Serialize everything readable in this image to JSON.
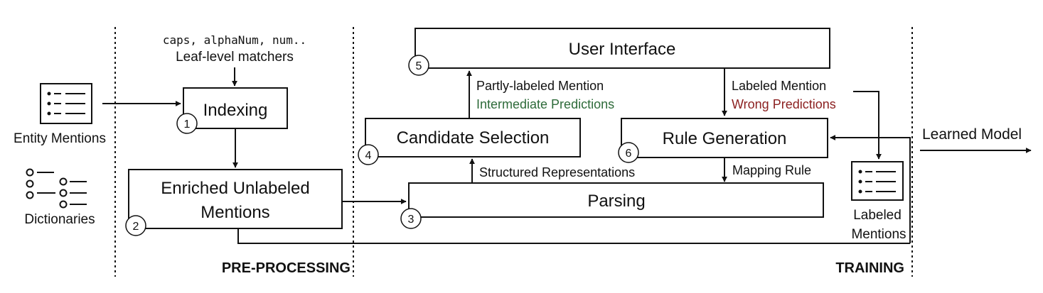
{
  "colors": {
    "line": "#111111",
    "green": "#2e6b3a",
    "red": "#8b1f1f",
    "white": "#ffffff"
  },
  "sections": {
    "preprocessing": "PRE-PROCESSING",
    "training": "TRAINING"
  },
  "inputs": {
    "entity_mentions": "Entity Mentions",
    "dictionaries": "Dictionaries",
    "matchers_code": "caps, alphaNum, num..",
    "matchers_label": "Leaf-level matchers"
  },
  "boxes": {
    "indexing": {
      "label": "Indexing",
      "step": "1"
    },
    "enriched": {
      "line1": "Enriched Unlabeled",
      "line2": "Mentions",
      "step": "2"
    },
    "parsing": {
      "label": "Parsing",
      "step": "3"
    },
    "candidate": {
      "label": "Candidate Selection",
      "step": "4"
    },
    "ui": {
      "label": "User Interface",
      "step": "5"
    },
    "rulegen": {
      "label": "Rule Generation",
      "step": "6"
    }
  },
  "edges": {
    "partly_labeled": "Partly-labeled Mention",
    "intermediate": "Intermediate Predictions",
    "labeled_mention": "Labeled Mention",
    "wrong": "Wrong Predictions",
    "structured": "Structured Representations",
    "mapping": "Mapping Rule"
  },
  "outputs": {
    "labeled_mentions_line1": "Labeled",
    "labeled_mentions_line2": "Mentions",
    "learned_model": "Learned Model"
  }
}
